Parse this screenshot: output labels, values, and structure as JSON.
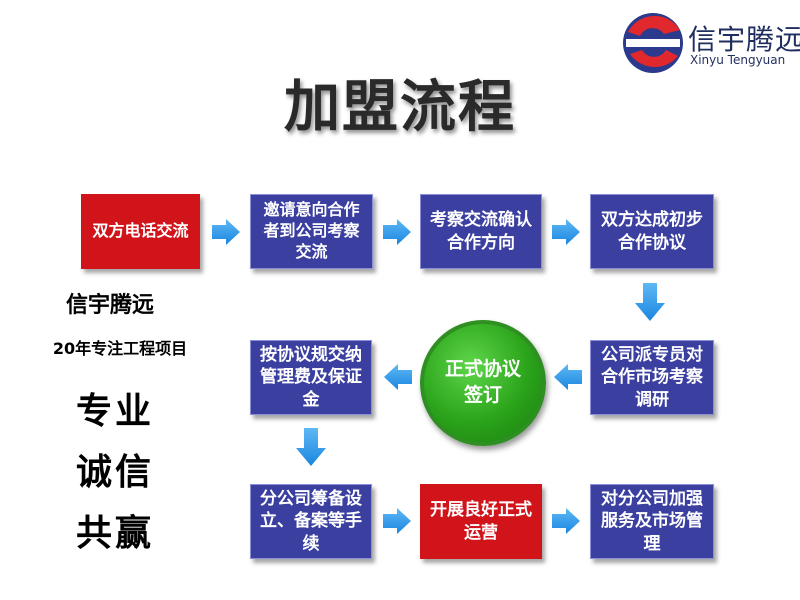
{
  "logo": {
    "name_cn": "信宇腾远",
    "name_en": "Xinyu Tengyuan"
  },
  "title": "加盟流程",
  "left": {
    "brand": "信宇腾远",
    "tagline": "20年专注工程项目",
    "values": [
      "专业",
      "诚信",
      "共赢"
    ]
  },
  "steps": {
    "s1": "双方电话交流",
    "s2": "邀请意向合作者到公司考察交流",
    "s3": "考察交流确认合作方向",
    "s4": "双方达成初步合作协议",
    "s5": "公司派专员对合作市场考察调研",
    "s6": "正式协议签订",
    "s7": "按协议规交纳管理费及保证金",
    "s8": "分公司筹备设立、备案等手续",
    "s9": "开展良好正式运营",
    "s10": "对分公司加强服务及市场管理"
  },
  "colors": {
    "box_blue": "#3a3fa0",
    "box_red": "#d0141a",
    "arrow": "#1e90e6",
    "circle_green": "#2aa31a"
  }
}
